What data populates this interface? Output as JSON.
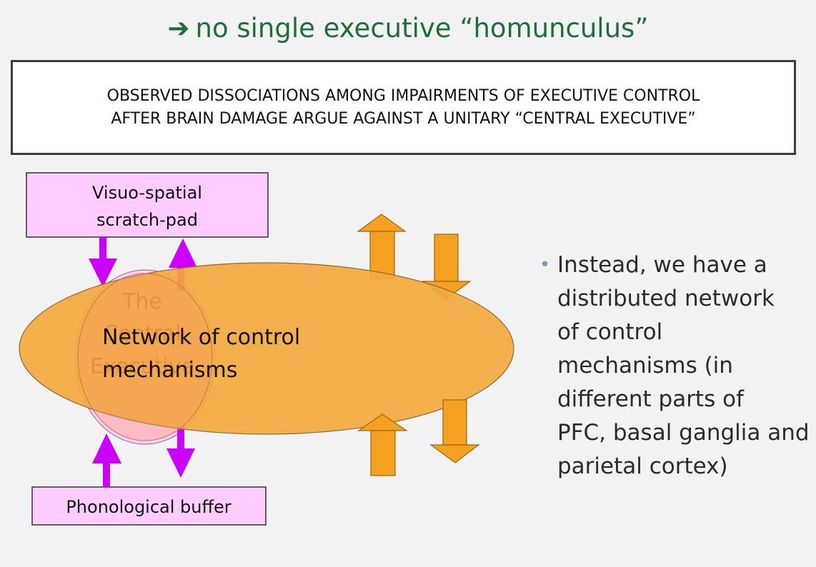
{
  "title": {
    "arrow_icon": "arrow-right-icon",
    "text": "no single executive “homunculus”"
  },
  "claim": {
    "line1": "OBSERVED DISSOCIATIONS AMONG IMPAIRMENTS OF EXECUTIVE CONTROL",
    "line2": "AFTER BRAIN DAMAGE ARGUE AGAINST A UNITARY “CENTRAL EXECUTIVE”"
  },
  "diagram": {
    "visuo_spatial_line1": "Visuo-spatial",
    "visuo_spatial_line2": "scratch-pad",
    "phonological_buffer": "Phonological buffer",
    "central_executive_line1": "The",
    "central_executive_line2": "Central",
    "central_executive_line3": "Executive",
    "network_line1": "Network of control",
    "network_line2": "mechanisms",
    "colors": {
      "box_fill": "#ffccff",
      "magenta_arrow": "#cc00ff",
      "orange_fill": "#f4a93a",
      "orange_arrow": "#f5a020",
      "green_title": "#1e6e3c"
    }
  },
  "bullet": {
    "lines": [
      "Instead,  we have a",
      "distributed network",
      "of control",
      "mechanisms (in",
      "different parts of",
      "PFC, basal ganglia and",
      "parietal cortex)"
    ]
  }
}
